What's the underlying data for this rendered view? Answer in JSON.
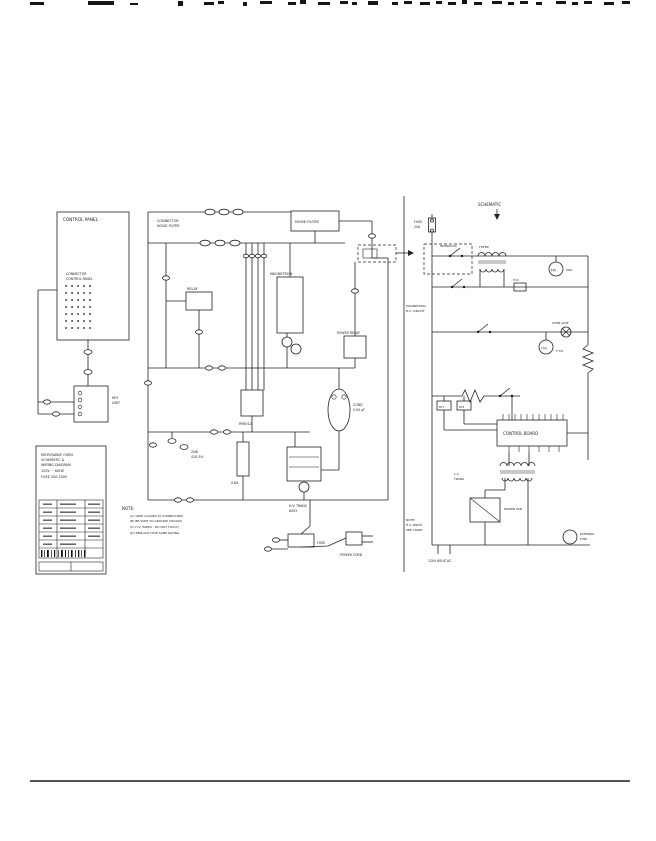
{
  "diagram": {
    "left": {
      "control_panel": "CONTROL PANEL",
      "connector_l1": "CONNECTOR",
      "connector_l2": "CONTROL PANEL",
      "key_unit_l1": "KEY",
      "key_unit_l2": "UNIT",
      "spec": {
        "l1": "MICROWAVE OVEN",
        "l2": "SCHEMATIC &",
        "l3": "WIRING DIAGRAM",
        "l4": "120V ~ 60HZ",
        "l5": "FUSE 20A 250V"
      }
    },
    "wiring": {
      "connector_nf_l1": "CONNECTOR",
      "connector_nf_l2": "NOISE FILTER",
      "noise_filter": "NOISE FILTER",
      "relay": "RELAY",
      "magnetron": "MAGNETRON",
      "power_relay": "POWER RELAY",
      "relay_pcb": "RY6012",
      "res_l1": "20W",
      "res_l2": "41Ω 5%",
      "fuse_small": "0.6A",
      "hv_trans_l1": "H.V. TRANS",
      "hv_trans_l2": "ASSY",
      "cond_l1": "COND",
      "cond_l2": "0.95 µF",
      "fuse": "FUSE",
      "power_cord": "POWER CORD",
      "note_title": "NOTE:",
      "note_a": "(A) WIRE COLORS AT CONNECTORS",
      "note_b": "(B) BE SURE TO GROUND CHASSIS",
      "note_c": "(C) H.V. WIRES - DO NOT TOUCH",
      "note_d": "(D) REPLACE FUSE SAME RATING"
    },
    "schematic": {
      "title": "SCHEMATIC",
      "fuse_l1": "FUSE",
      "fuse_l2": "20A",
      "interlock": "INTERLOCK",
      "filter": "FILTER",
      "fm": "FM",
      "fan": "FAN",
      "tco": "TCO",
      "margin_l1": "MAGNETRON",
      "margin_l2": "H.V. CIRCUIT",
      "oven_lamp": "OVEN LAMP",
      "ttm": "TTM",
      "ttm_label": "T.T.M.",
      "ry1": "RY1",
      "ry2": "RY2",
      "control_board": "CONTROL BOARD",
      "lv_l1": "L.V.",
      "lv_l2": "TRANS",
      "power_pcb": "POWER PCB",
      "buzzer_l1": "EXTERNAL",
      "buzzer_l2": "FUSE",
      "note_l1": "NOTE:",
      "note_l2": "H.V. PARTS",
      "note_l3": "SEE CHART",
      "supply": "120V 60HZ AC"
    }
  }
}
